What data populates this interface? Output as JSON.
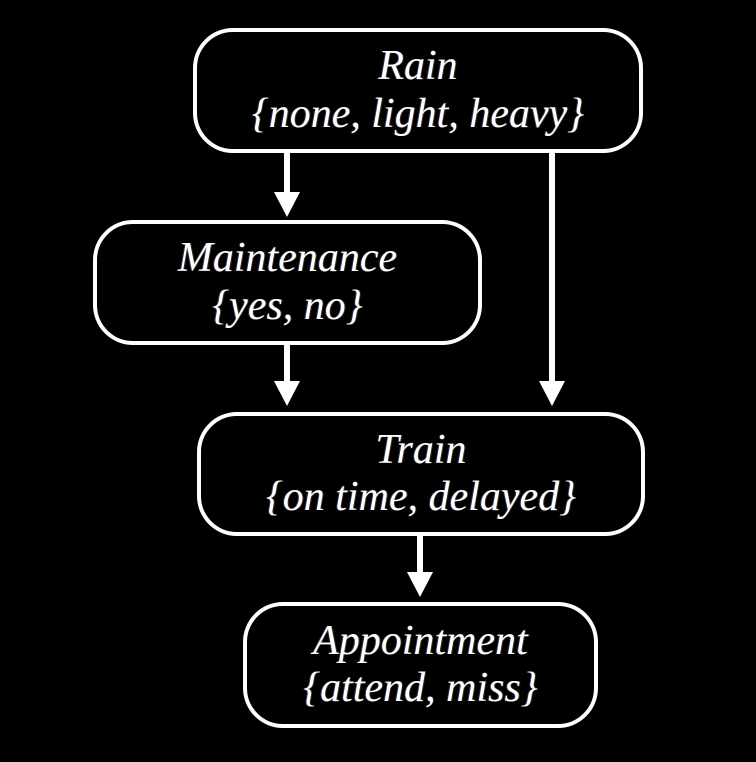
{
  "diagram": {
    "type": "bayesian-network",
    "background_color": "#000000",
    "stroke_color": "#ffffff",
    "text_color": "#ffffff",
    "nodes": [
      {
        "id": "rain",
        "label": "Rain",
        "values": "{none, light, heavy}"
      },
      {
        "id": "maintenance",
        "label": "Maintenance",
        "values": "{yes, no}"
      },
      {
        "id": "train",
        "label": "Train",
        "values": "{on time, delayed}"
      },
      {
        "id": "appointment",
        "label": "Appointment",
        "values": "{attend, miss}"
      }
    ],
    "edges": [
      {
        "from": "Rain",
        "to": "Maintenance"
      },
      {
        "from": "Rain",
        "to": "Train"
      },
      {
        "from": "Maintenance",
        "to": "Train"
      },
      {
        "from": "Train",
        "to": "Appointment"
      }
    ]
  }
}
